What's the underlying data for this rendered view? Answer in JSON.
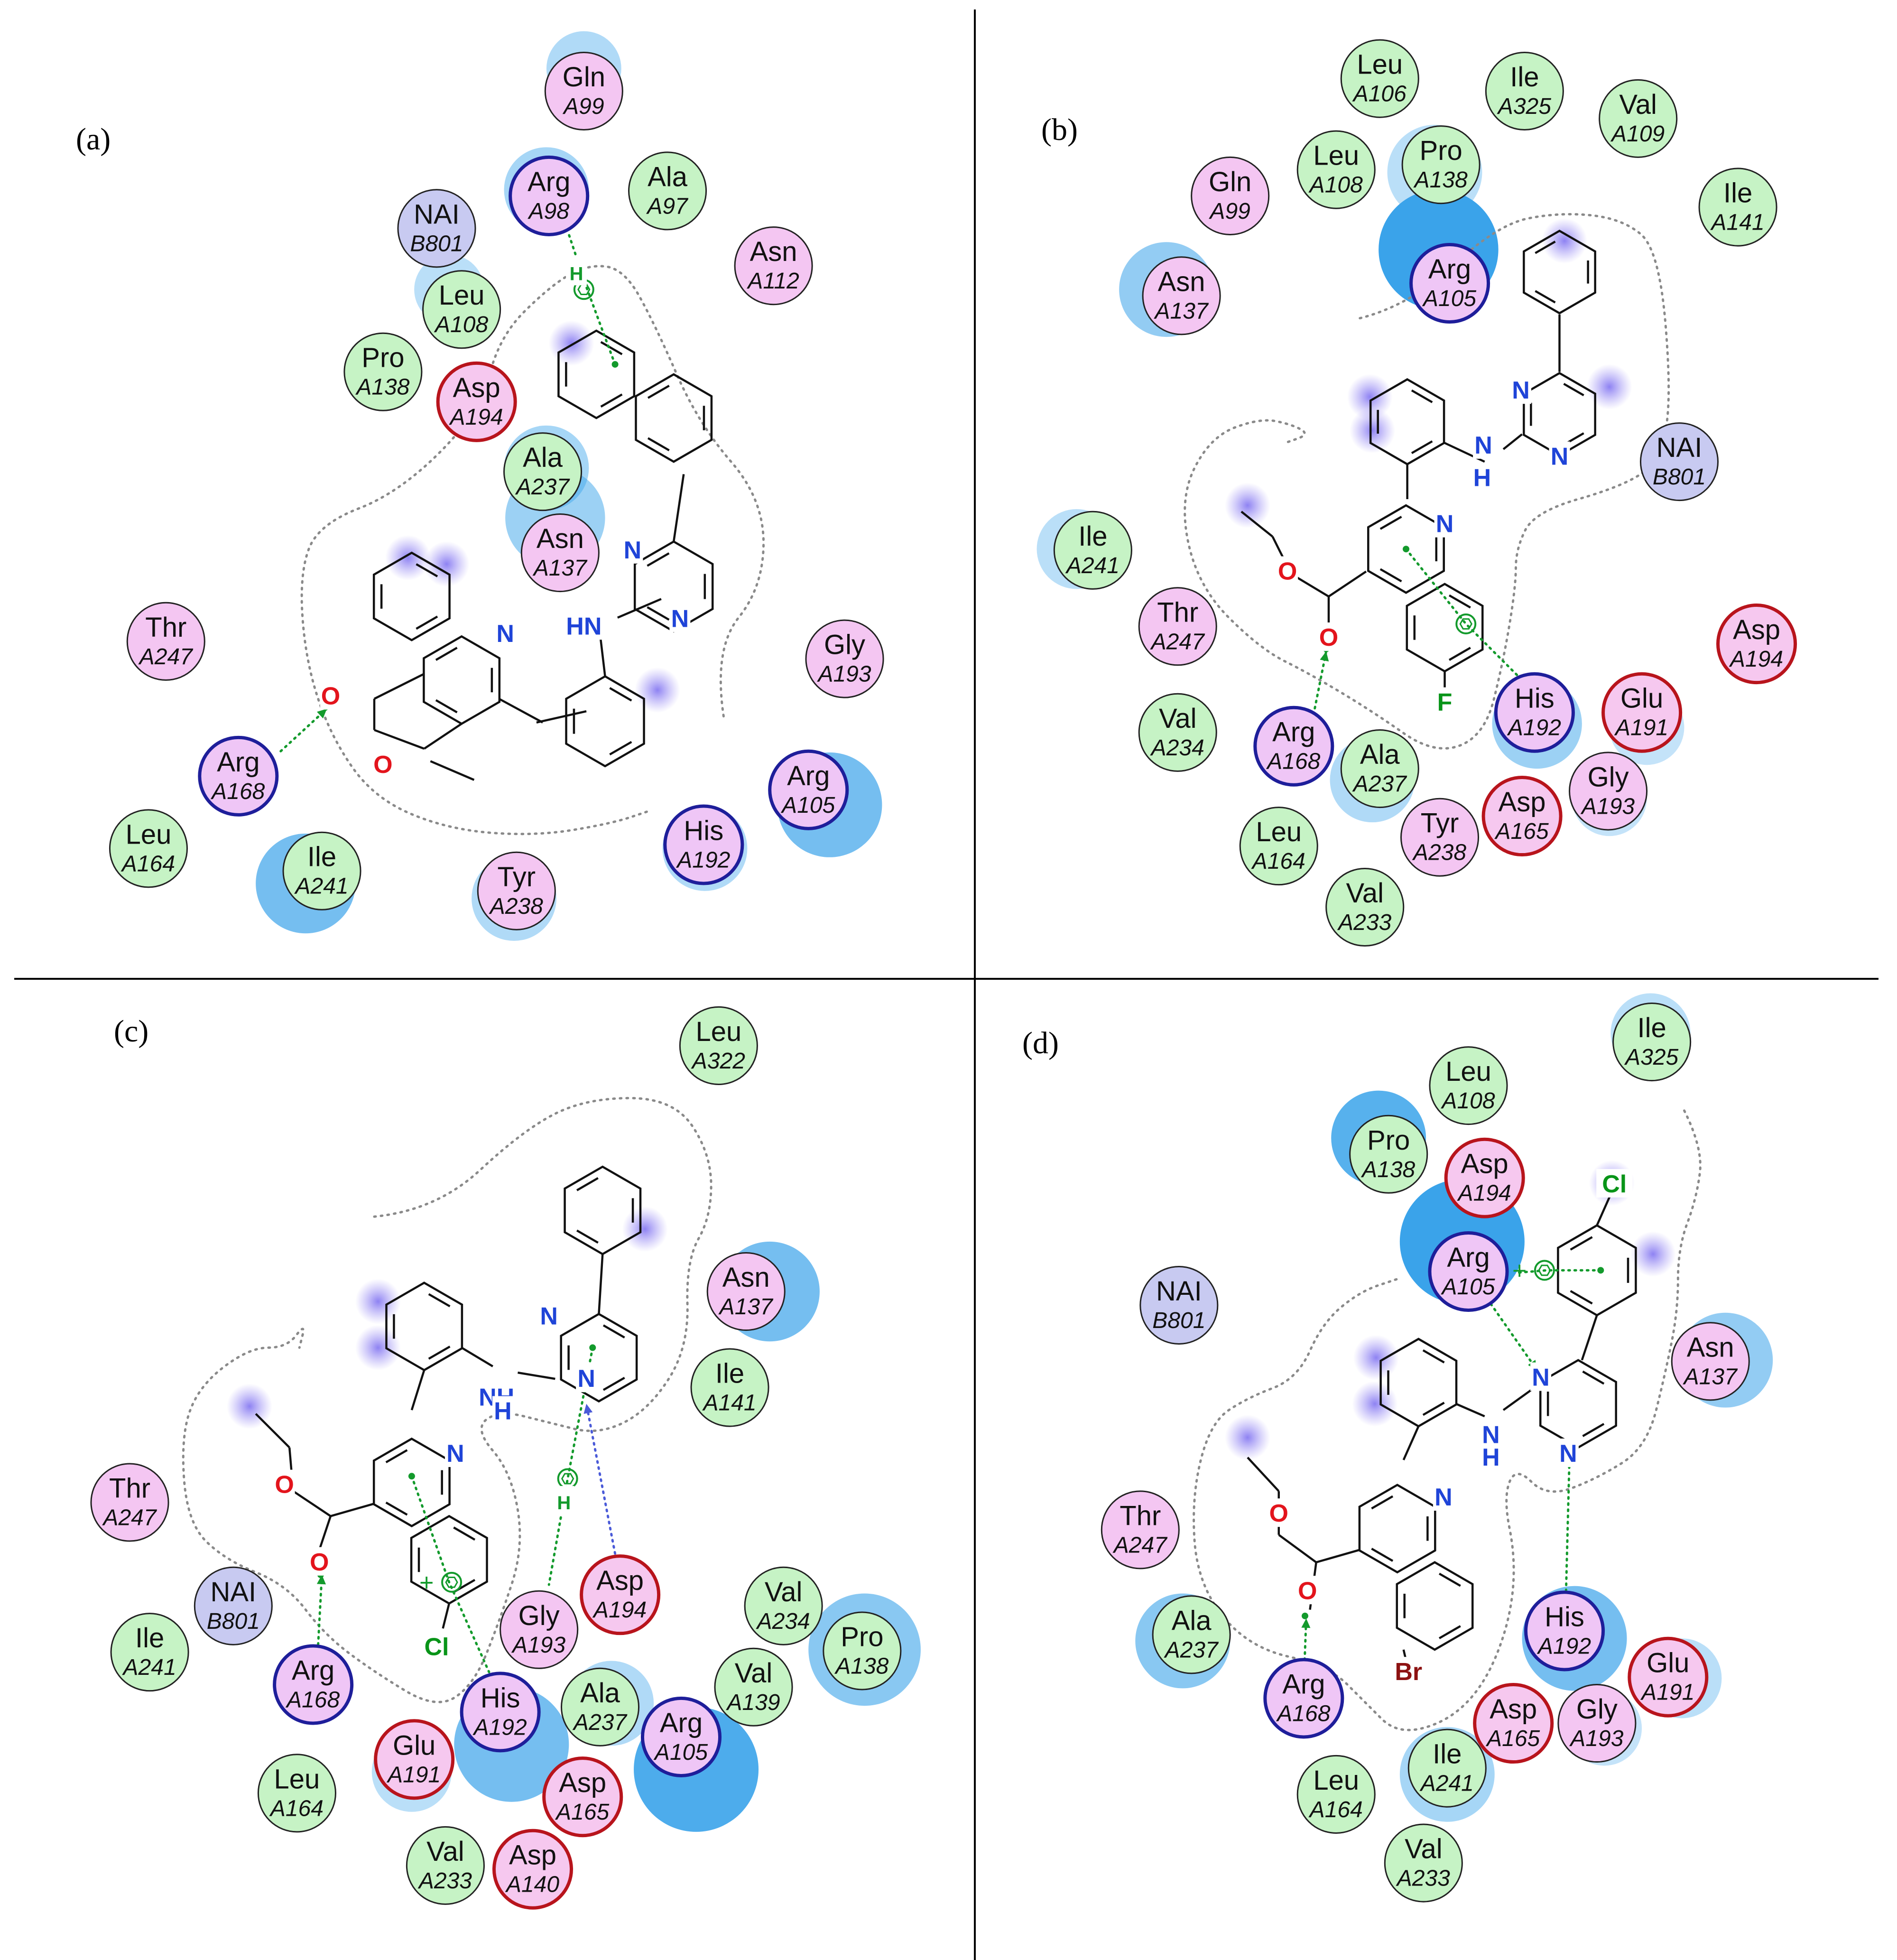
{
  "panels": [
    {
      "label": "(a)",
      "residues": [
        {
          "name": "Gln",
          "id": "A99",
          "kind": "polar"
        },
        {
          "name": "Arg",
          "id": "A98",
          "kind": "pos"
        },
        {
          "name": "Ala",
          "id": "A97",
          "kind": "hyd"
        },
        {
          "name": "NAI",
          "id": "B801",
          "kind": "lig"
        },
        {
          "name": "Asn",
          "id": "A112",
          "kind": "polar"
        },
        {
          "name": "Leu",
          "id": "A108",
          "kind": "hyd"
        },
        {
          "name": "Pro",
          "id": "A138",
          "kind": "hyd"
        },
        {
          "name": "Asp",
          "id": "A194",
          "kind": "neg"
        },
        {
          "name": "Ala",
          "id": "A237",
          "kind": "hyd"
        },
        {
          "name": "Asn",
          "id": "A137",
          "kind": "polar"
        },
        {
          "name": "Thr",
          "id": "A247",
          "kind": "polar"
        },
        {
          "name": "Gly",
          "id": "A193",
          "kind": "polar"
        },
        {
          "name": "Arg",
          "id": "A168",
          "kind": "pos"
        },
        {
          "name": "Arg",
          "id": "A105",
          "kind": "pos"
        },
        {
          "name": "Leu",
          "id": "A164",
          "kind": "hyd"
        },
        {
          "name": "Ile",
          "id": "A241",
          "kind": "hyd"
        },
        {
          "name": "His",
          "id": "A192",
          "kind": "pos"
        },
        {
          "name": "Tyr",
          "id": "A238",
          "kind": "polar"
        }
      ],
      "atoms": [
        {
          "text": "N",
          "role": "N"
        },
        {
          "text": "N",
          "role": "N"
        },
        {
          "text": "N",
          "role": "N"
        },
        {
          "text": "HN",
          "role": "N"
        },
        {
          "text": "O",
          "role": "O"
        },
        {
          "text": "O",
          "role": "O"
        },
        {
          "text": "H",
          "role": "Hg"
        }
      ]
    },
    {
      "label": "(b)",
      "residues": [
        {
          "name": "Leu",
          "id": "A106",
          "kind": "hyd"
        },
        {
          "name": "Ile",
          "id": "A325",
          "kind": "hyd"
        },
        {
          "name": "Val",
          "id": "A109",
          "kind": "hyd"
        },
        {
          "name": "Leu",
          "id": "A108",
          "kind": "hyd"
        },
        {
          "name": "Pro",
          "id": "A138",
          "kind": "hyd"
        },
        {
          "name": "Gln",
          "id": "A99",
          "kind": "polar"
        },
        {
          "name": "Ile",
          "id": "A141",
          "kind": "hyd"
        },
        {
          "name": "Asn",
          "id": "A137",
          "kind": "polar"
        },
        {
          "name": "Arg",
          "id": "A105",
          "kind": "pos"
        },
        {
          "name": "NAI",
          "id": "B801",
          "kind": "lig"
        },
        {
          "name": "Ile",
          "id": "A241",
          "kind": "hyd"
        },
        {
          "name": "Thr",
          "id": "A247",
          "kind": "polar"
        },
        {
          "name": "Asp",
          "id": "A194",
          "kind": "neg"
        },
        {
          "name": "His",
          "id": "A192",
          "kind": "pos"
        },
        {
          "name": "Glu",
          "id": "A191",
          "kind": "neg"
        },
        {
          "name": "Val",
          "id": "A234",
          "kind": "hyd"
        },
        {
          "name": "Arg",
          "id": "A168",
          "kind": "pos"
        },
        {
          "name": "Ala",
          "id": "A237",
          "kind": "hyd"
        },
        {
          "name": "Gly",
          "id": "A193",
          "kind": "polar"
        },
        {
          "name": "Asp",
          "id": "A165",
          "kind": "neg"
        },
        {
          "name": "Leu",
          "id": "A164",
          "kind": "hyd"
        },
        {
          "name": "Tyr",
          "id": "A238",
          "kind": "polar"
        },
        {
          "name": "Val",
          "id": "A233",
          "kind": "hyd"
        }
      ],
      "atoms": [
        {
          "text": "N",
          "role": "N"
        },
        {
          "text": "N",
          "role": "N"
        },
        {
          "text": "N",
          "role": "N"
        },
        {
          "text": "H",
          "role": "N"
        },
        {
          "text": "N",
          "role": "N"
        },
        {
          "text": "O",
          "role": "O"
        },
        {
          "text": "O",
          "role": "O"
        },
        {
          "text": "F",
          "role": "hal"
        }
      ]
    },
    {
      "label": "(c)",
      "residues": [
        {
          "name": "Leu",
          "id": "A322",
          "kind": "hyd"
        },
        {
          "name": "Asn",
          "id": "A137",
          "kind": "polar"
        },
        {
          "name": "Ile",
          "id": "A141",
          "kind": "hyd"
        },
        {
          "name": "Thr",
          "id": "A247",
          "kind": "polar"
        },
        {
          "name": "NAI",
          "id": "B801",
          "kind": "lig"
        },
        {
          "name": "Asp",
          "id": "A194",
          "kind": "neg"
        },
        {
          "name": "Val",
          "id": "A234",
          "kind": "hyd"
        },
        {
          "name": "Pro",
          "id": "A138",
          "kind": "hyd"
        },
        {
          "name": "Ile",
          "id": "A241",
          "kind": "hyd"
        },
        {
          "name": "Gly",
          "id": "A193",
          "kind": "polar"
        },
        {
          "name": "Val",
          "id": "A139",
          "kind": "hyd"
        },
        {
          "name": "Arg",
          "id": "A168",
          "kind": "pos"
        },
        {
          "name": "His",
          "id": "A192",
          "kind": "pos"
        },
        {
          "name": "Ala",
          "id": "A237",
          "kind": "hyd"
        },
        {
          "name": "Arg",
          "id": "A105",
          "kind": "pos"
        },
        {
          "name": "Glu",
          "id": "A191",
          "kind": "neg"
        },
        {
          "name": "Leu",
          "id": "A164",
          "kind": "hyd"
        },
        {
          "name": "Asp",
          "id": "A165",
          "kind": "neg"
        },
        {
          "name": "Val",
          "id": "A233",
          "kind": "hyd"
        },
        {
          "name": "Asp",
          "id": "A140",
          "kind": "neg"
        }
      ],
      "atoms": [
        {
          "text": "N",
          "role": "N"
        },
        {
          "text": "N",
          "role": "N"
        },
        {
          "text": "NH",
          "role": "N"
        },
        {
          "text": "H",
          "role": "N"
        },
        {
          "text": "N",
          "role": "N"
        },
        {
          "text": "O",
          "role": "O"
        },
        {
          "text": "O",
          "role": "O"
        },
        {
          "text": "Cl",
          "role": "hal"
        },
        {
          "text": "H",
          "role": "Hg"
        }
      ]
    },
    {
      "label": "(d)",
      "residues": [
        {
          "name": "Ile",
          "id": "A325",
          "kind": "hyd"
        },
        {
          "name": "Leu",
          "id": "A108",
          "kind": "hyd"
        },
        {
          "name": "Pro",
          "id": "A138",
          "kind": "hyd"
        },
        {
          "name": "Asp",
          "id": "A194",
          "kind": "neg"
        },
        {
          "name": "Arg",
          "id": "A105",
          "kind": "pos"
        },
        {
          "name": "NAI",
          "id": "B801",
          "kind": "lig"
        },
        {
          "name": "Asn",
          "id": "A137",
          "kind": "polar"
        },
        {
          "name": "Thr",
          "id": "A247",
          "kind": "polar"
        },
        {
          "name": "Ala",
          "id": "A237",
          "kind": "hyd"
        },
        {
          "name": "His",
          "id": "A192",
          "kind": "pos"
        },
        {
          "name": "Glu",
          "id": "A191",
          "kind": "neg"
        },
        {
          "name": "Arg",
          "id": "A168",
          "kind": "pos"
        },
        {
          "name": "Asp",
          "id": "A165",
          "kind": "neg"
        },
        {
          "name": "Gly",
          "id": "A193",
          "kind": "polar"
        },
        {
          "name": "Leu",
          "id": "A164",
          "kind": "hyd"
        },
        {
          "name": "Ile",
          "id": "A241",
          "kind": "hyd"
        },
        {
          "name": "Val",
          "id": "A233",
          "kind": "hyd"
        }
      ],
      "atoms": [
        {
          "text": "N",
          "role": "N"
        },
        {
          "text": "N",
          "role": "N"
        },
        {
          "text": "N",
          "role": "N"
        },
        {
          "text": "H",
          "role": "N"
        },
        {
          "text": "N",
          "role": "N"
        },
        {
          "text": "O",
          "role": "O"
        },
        {
          "text": "O",
          "role": "O"
        },
        {
          "text": "Br",
          "role": "Br"
        },
        {
          "text": "Cl",
          "role": "hal"
        }
      ]
    }
  ],
  "colors": {
    "hyd_fill": "#c6f3c5",
    "polar_fill": "#f4c6f2",
    "pos_fill": "#efc6f6",
    "neg_fill": "#f6c8ef",
    "lig_fill": "#c8caf1",
    "pos_ring": "#1e1e9a",
    "neg_ring": "#b8141c",
    "exposure": "#3aa3ea",
    "nitrogen": "#1f44d8",
    "oxygen": "#e3141c",
    "halogen": "#089418",
    "bromine": "#8d1212",
    "interaction": "#139a2c",
    "hbond_side": "#4a5ad8"
  }
}
